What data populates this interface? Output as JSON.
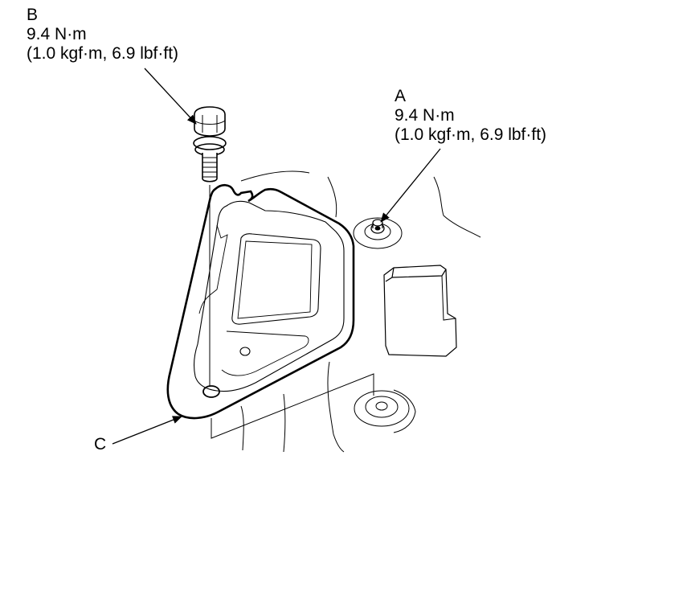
{
  "callouts": {
    "b": {
      "letter": "B",
      "torque_nm": "9.4 N·m",
      "torque_alt": "(1.0 kgf·m, 6.9 lbf·ft)"
    },
    "a": {
      "letter": "A",
      "torque_nm": "9.4 N·m",
      "torque_alt": "(1.0 kgf·m, 6.9 lbf·ft)"
    },
    "c": {
      "letter": "C"
    }
  },
  "colors": {
    "line": "#000000",
    "background": "#ffffff"
  }
}
